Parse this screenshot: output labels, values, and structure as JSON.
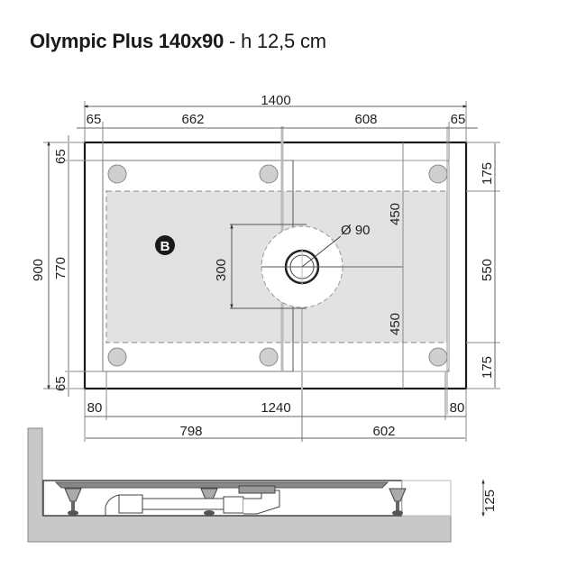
{
  "title": {
    "product": "Olympic Plus 140x90",
    "suffix": "- h 12,5 cm"
  },
  "top_view": {
    "overall_width": "1400",
    "top_segments": [
      "65",
      "662",
      "608",
      "65"
    ],
    "left_overall": "900",
    "left_segments": [
      "65",
      "770",
      "65"
    ],
    "right_segments": [
      "175",
      "550",
      "175"
    ],
    "inner_vertical": [
      "450",
      "450"
    ],
    "drain_offset": "300",
    "drain_diameter": "Ø 90",
    "bottom_segments": [
      "80",
      "1240",
      "80"
    ],
    "bottom_split": [
      "798",
      "602"
    ],
    "marker_label": "B"
  },
  "side_view": {
    "height": "125"
  },
  "colors": {
    "outline": "#1a1a1a",
    "dim_line": "#777777",
    "grey_fill": "#e2e2e2",
    "wall_fill": "#c8c8c8",
    "foot_fill": "#cfcfcf"
  }
}
